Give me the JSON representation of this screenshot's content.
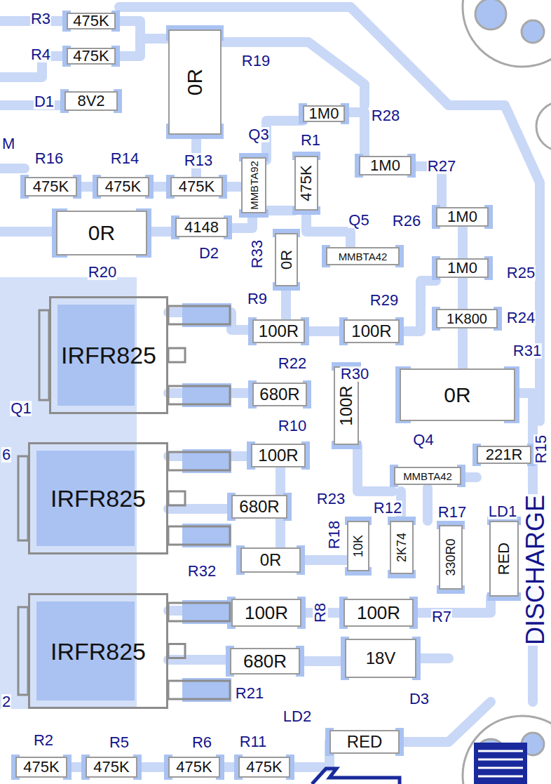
{
  "diagram": {
    "nodes": [
      {
        "text": [
          "475K"
        ]
      },
      {
        "text": [
          "475K"
        ]
      },
      {
        "text": [
          "0R"
        ]
      },
      {
        "text": [
          "8V2"
        ]
      },
      {
        "text": [
          "1M0"
        ]
      },
      {
        "text": [
          "475K"
        ]
      },
      {
        "text": [
          "475K"
        ]
      },
      {
        "text": [
          "475K"
        ]
      },
      {
        "text": [
          "MMBTA92"
        ]
      },
      {
        "text": [
          "475K"
        ]
      },
      {
        "text": [
          "1M0"
        ]
      },
      {
        "text": [
          "0R"
        ]
      },
      {
        "text": [
          "4148"
        ]
      },
      {
        "text": [
          "1M0"
        ]
      },
      {
        "text": [
          "0R"
        ]
      },
      {
        "text": [
          "MMBTA42"
        ]
      },
      {
        "text": [
          "1M0"
        ]
      },
      {
        "text": [
          "IRFR825"
        ]
      },
      {
        "text": [
          "100R"
        ]
      },
      {
        "text": [
          "100R"
        ]
      },
      {
        "text": [
          "1K800"
        ]
      },
      {
        "text": [
          "0R"
        ]
      },
      {
        "text": [
          "680R"
        ]
      },
      {
        "text": [
          "100R"
        ]
      },
      {
        "text": [
          "IRFR825"
        ]
      },
      {
        "text": [
          "100R"
        ]
      },
      {
        "text": [
          "MMBTA42"
        ]
      },
      {
        "text": [
          "221R"
        ]
      },
      {
        "text": [
          "680R"
        ]
      },
      {
        "text": [
          "10K"
        ]
      },
      {
        "text": [
          "2K74"
        ]
      },
      {
        "text": [
          "330R0"
        ]
      },
      {
        "text": [
          "RED"
        ]
      },
      {
        "text": [
          "0R"
        ]
      },
      {
        "text": [
          "100R"
        ]
      },
      {
        "text": [
          "100R"
        ]
      },
      {
        "text": [
          "IRFR825"
        ]
      },
      {
        "text": [
          "680R"
        ]
      },
      {
        "text": [
          "18V"
        ]
      },
      {
        "text": [
          "RED"
        ]
      },
      {
        "text": [
          "475K"
        ]
      },
      {
        "text": [
          "475K"
        ]
      },
      {
        "text": [
          "475K"
        ]
      },
      {
        "text": [
          "475K"
        ]
      }
    ],
    "labels": [
      "R3",
      "R4",
      "D1",
      "R19",
      "R28",
      "Q3",
      "R1",
      "R27",
      "R16",
      "R14",
      "R13",
      "D2",
      "Q5",
      "R26",
      "R33",
      "R20",
      "R9",
      "R29",
      "R25",
      "R24",
      "R31",
      "R22",
      "R30",
      "Q1",
      "R10",
      "Q4",
      "R15",
      "R23",
      "R12",
      "R17",
      "LD1",
      "R32",
      "R18",
      "R8",
      "R7",
      "R21",
      "D3",
      "LD2",
      "R2",
      "R5",
      "R6",
      "R11",
      "DISCHARGE",
      "M",
      "6",
      "2"
    ]
  }
}
